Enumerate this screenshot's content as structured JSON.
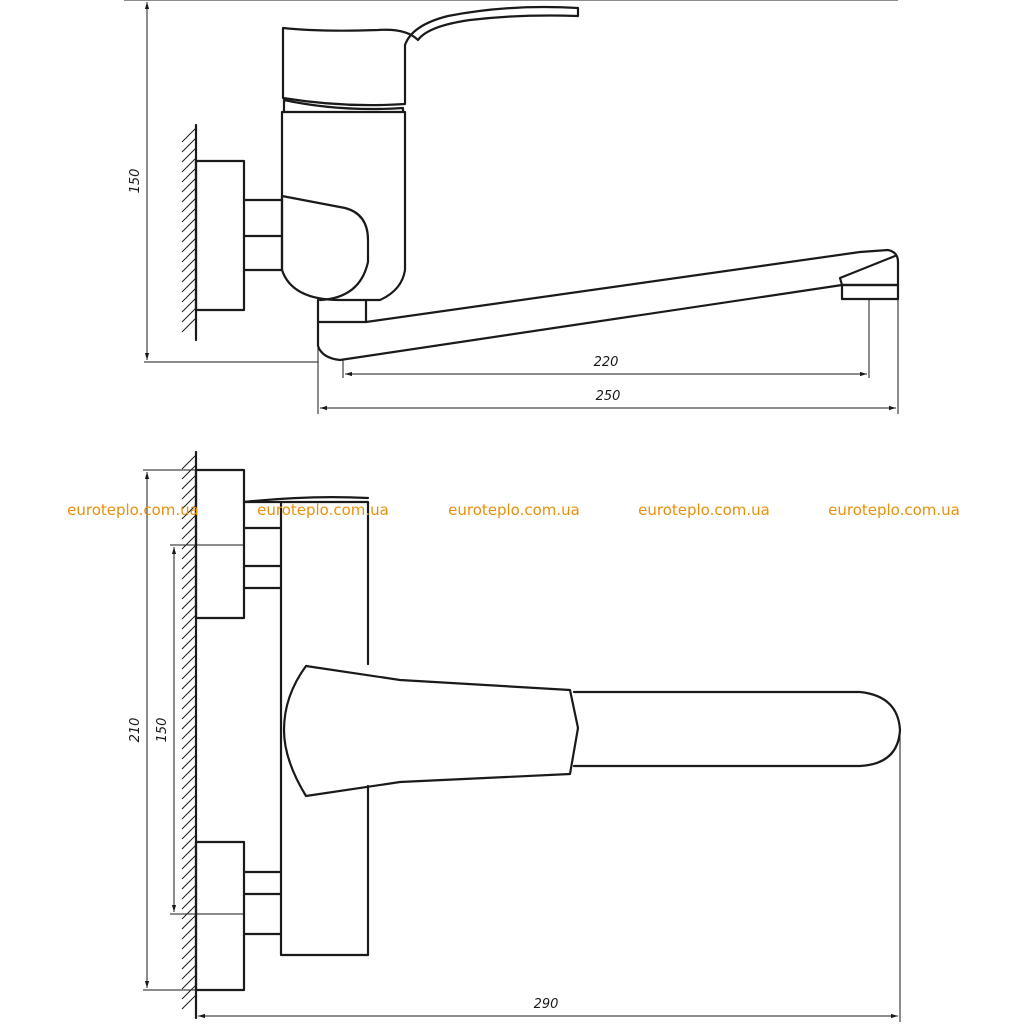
{
  "dimensions": {
    "side_height": "150",
    "side_spout_reach": "220",
    "side_overall_length": "250",
    "top_overall_height": "210",
    "top_inlet_spacing": "150",
    "top_overall_width": "290"
  },
  "watermark": {
    "text": "euroteplo.com.ua",
    "color": "#e8900c"
  },
  "views": [
    {
      "name": "side-view"
    },
    {
      "name": "top-view"
    }
  ]
}
